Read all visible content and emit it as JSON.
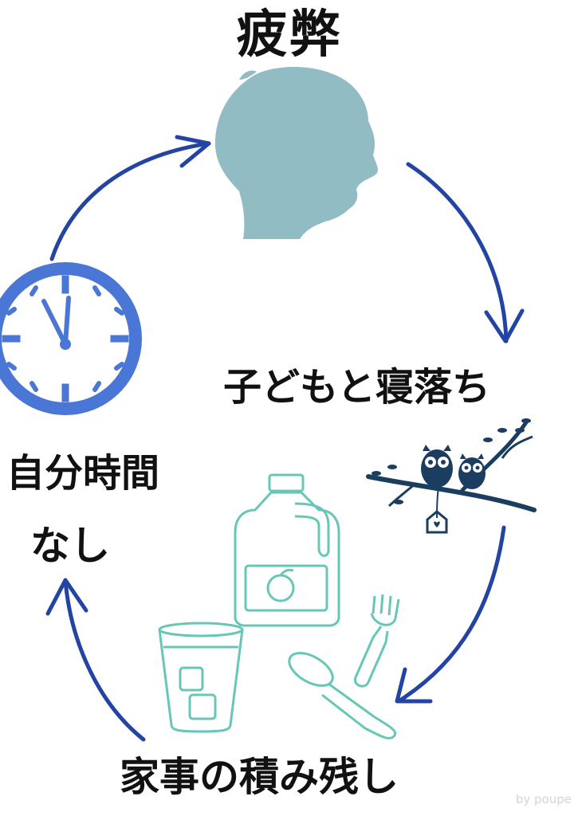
{
  "diagram": {
    "title": "疲弊",
    "nodes": {
      "sleep": "子どもと寝落ち",
      "chores": "家事の積み残し",
      "no_self_time_line1": "自分時間",
      "no_self_time_line2": "なし"
    },
    "watermark": "by poupe"
  },
  "colors": {
    "arrow": "#2344a3",
    "silhouette": "#92bcc3",
    "clock": "#4a77d6",
    "owl_branch": "#1b3e60",
    "illustration_teal": "#67c7b7"
  },
  "icons": [
    "woman-silhouette-icon",
    "clock-icon",
    "owls-on-branch-icon",
    "jug-icon",
    "glass-icon",
    "fork-icon",
    "spoon-icon"
  ]
}
